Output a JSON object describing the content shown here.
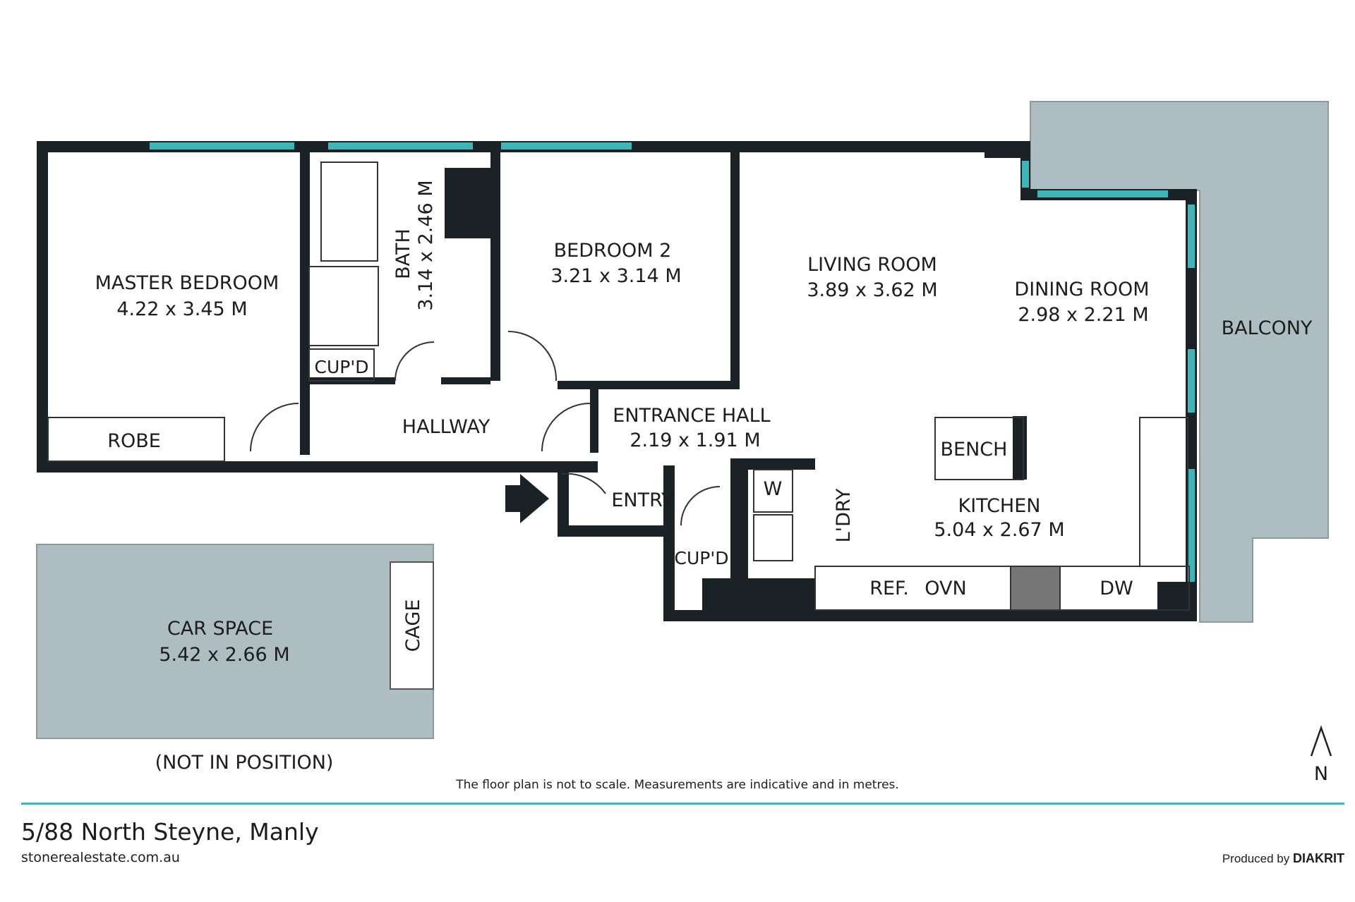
{
  "rooms": {
    "master_bedroom": {
      "name": "MASTER BEDROOM",
      "size": "4.22 x 3.45 M"
    },
    "bath": {
      "name": "BATH",
      "size": "3.14 x 2.46 M"
    },
    "bedroom2": {
      "name": "BEDROOM 2",
      "size": "3.21 x 3.14 M"
    },
    "living": {
      "name": "LIVING ROOM",
      "size": "3.89 x 3.62 M"
    },
    "dining": {
      "name": "DINING ROOM",
      "size": "2.98 x 2.21 M"
    },
    "balcony": {
      "name": "BALCONY"
    },
    "entrance_hall": {
      "name": "ENTRANCE HALL",
      "size": "2.19 x 1.91 M"
    },
    "kitchen": {
      "name": "KITCHEN",
      "size": "5.04 x 2.67 M"
    },
    "car_space": {
      "name": "CAR SPACE",
      "size": "5.42 x 2.66 M"
    }
  },
  "labels": {
    "robe": "ROBE",
    "cupd": "CUP'D",
    "hallway": "HALLWAY",
    "entry": "ENTRY",
    "bench": "BENCH",
    "w": "W",
    "ldry": "L'DRY",
    "cupd2": "CUP'D",
    "ref": "REF.",
    "ovn": "OVN",
    "dw": "DW",
    "cage": "CAGE",
    "not_in_position": "(NOT IN POSITION)",
    "north": "N"
  },
  "footer": {
    "disclaimer": "The floor plan is not to scale. Measurements are indicative and in metres.",
    "address": "5/88 North Steyne, Manly",
    "website": "stonerealestate.com.au",
    "produced_by": "Produced by",
    "brand": "DIAKRIT"
  },
  "colors": {
    "wall": "#1b2226",
    "window": "#3fb5b8",
    "balcony_fill": "#aebdc1",
    "car_fill": "#aebdc1"
  }
}
